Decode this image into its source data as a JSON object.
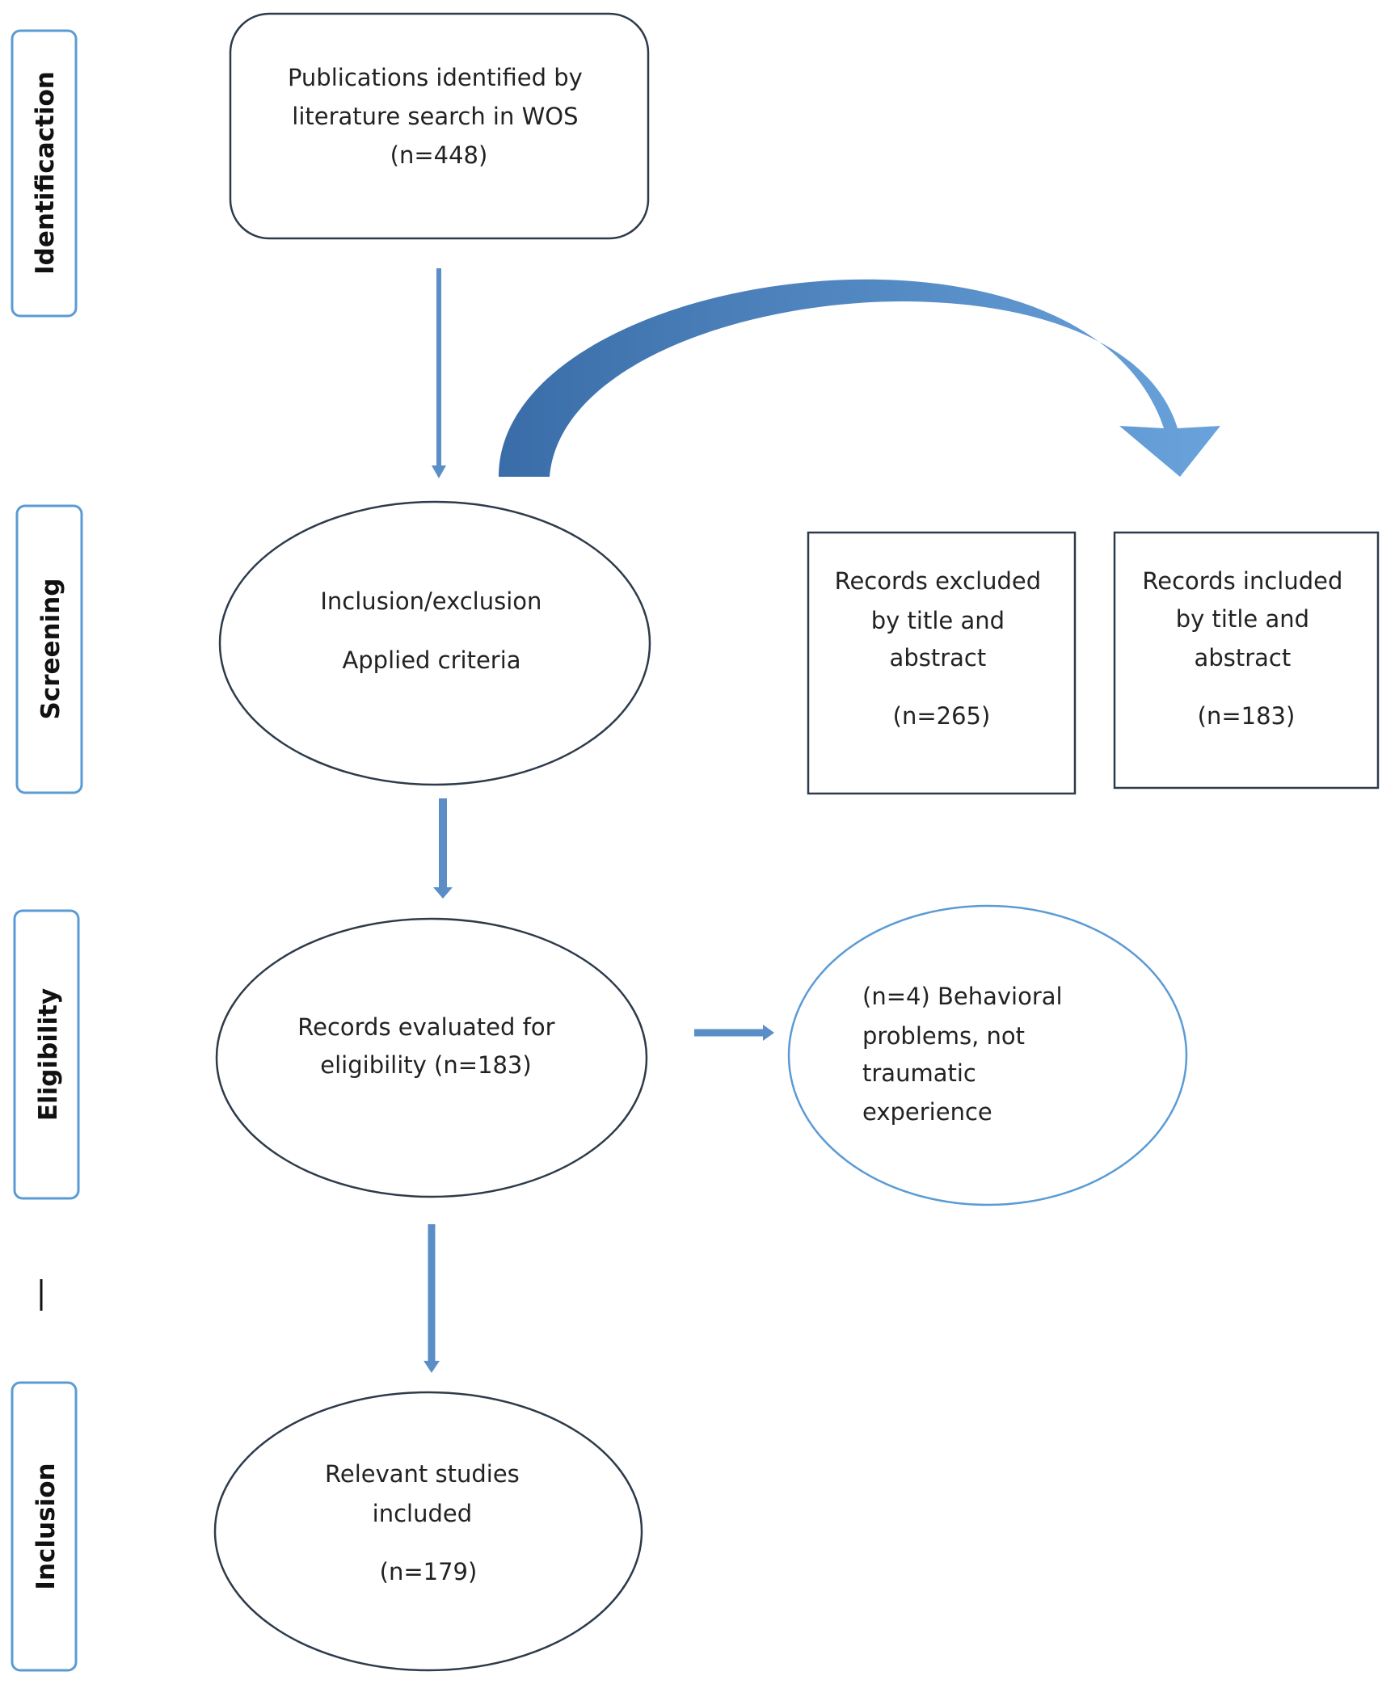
{
  "stages": {
    "identification": "Identificaction",
    "screening": "Screening",
    "eligibility": "Eligibility",
    "inclusion": "Inclusion"
  },
  "nodes": {
    "identified": {
      "lines": [
        "Publications identified by",
        "literature search in WOS",
        "(n=448)"
      ]
    },
    "criteria": {
      "lines": [
        "Inclusion/exclusion",
        "Applied criteria"
      ]
    },
    "excluded": {
      "lines": [
        "Records excluded",
        "by title and",
        "abstract",
        "(n=265)"
      ]
    },
    "included_title": {
      "lines": [
        "Records included",
        "by title and",
        "abstract",
        "(n=183)"
      ]
    },
    "evaluated": {
      "lines": [
        "Records evaluated for",
        "eligibility (n=183)"
      ]
    },
    "behavioral": {
      "lines": [
        "(n=4) Behavioral",
        "problems, not",
        "traumatic",
        "experience"
      ]
    },
    "relevant": {
      "lines": [
        "Relevant studies",
        "included",
        "(n=179)"
      ]
    }
  },
  "colors": {
    "arrow": "#5b8ec7",
    "arrow_dark": "#3a6da8",
    "stage_border": "#5b9bd5",
    "node_border": "#2d3b4a"
  }
}
